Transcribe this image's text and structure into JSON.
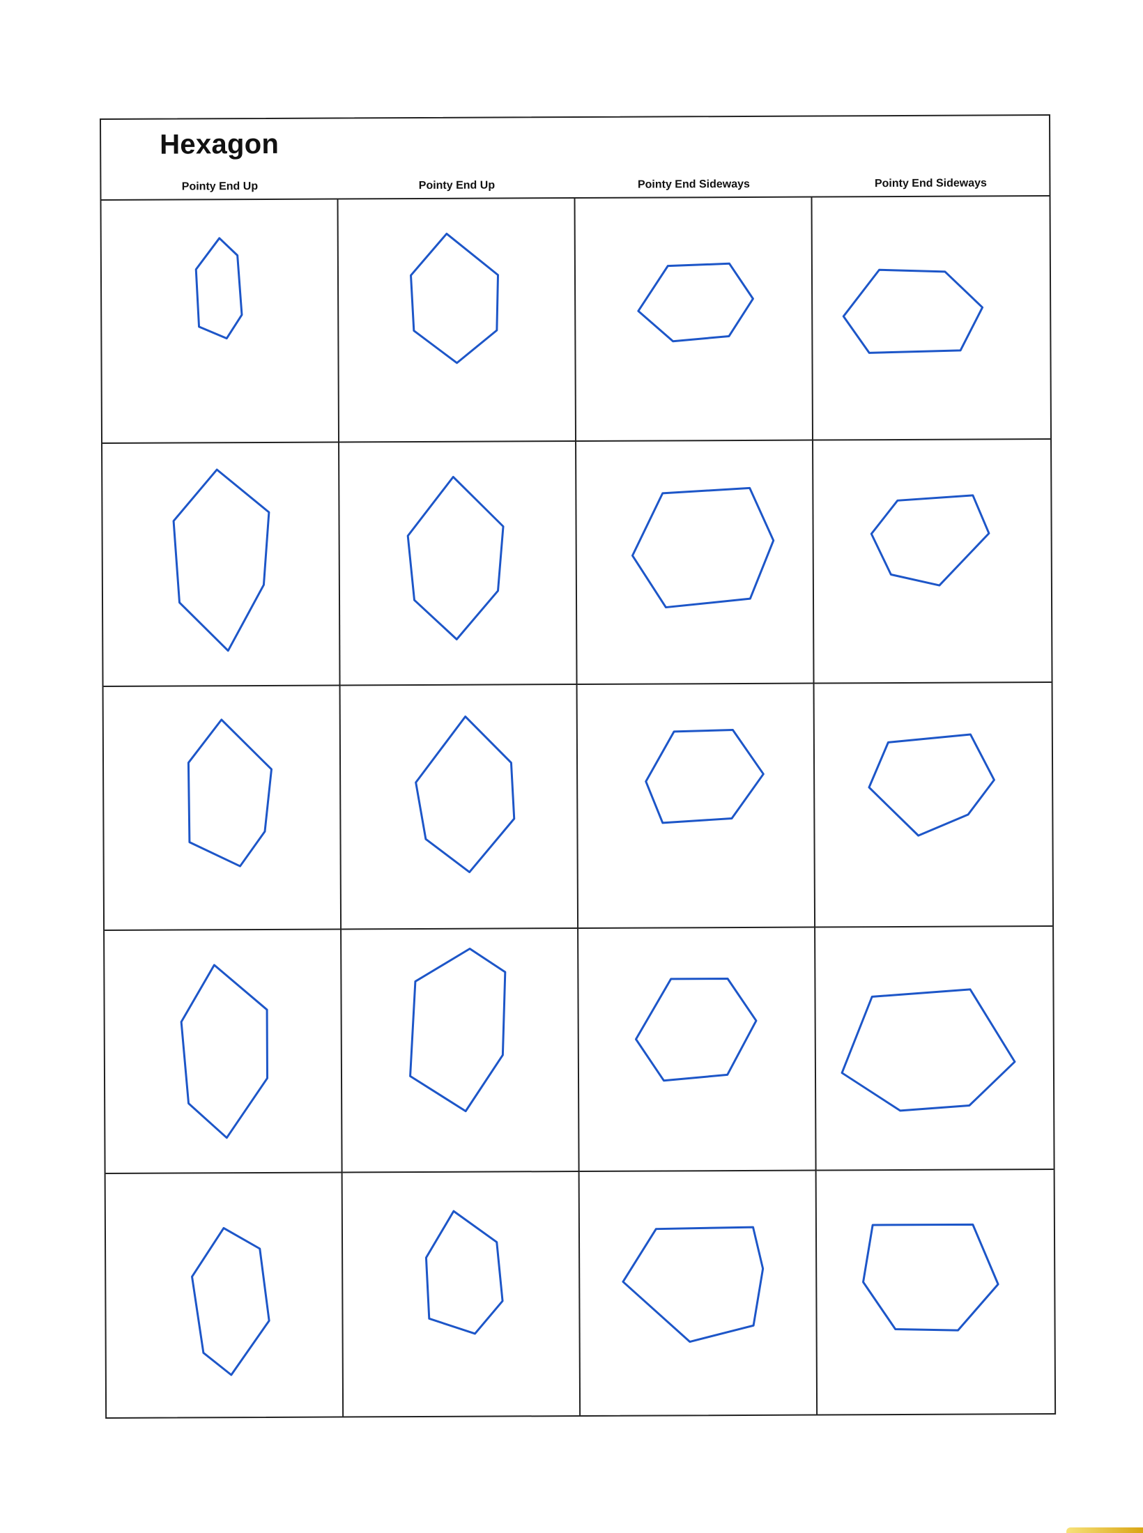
{
  "page": {
    "title": "Hexagon",
    "columns": [
      "Pointy End Up",
      "Pointy End Up",
      "Pointy End Sideways",
      "Pointy End Sideways"
    ],
    "rows": 5,
    "stroke_color": "#1d56c8",
    "line_color": "#222222"
  }
}
